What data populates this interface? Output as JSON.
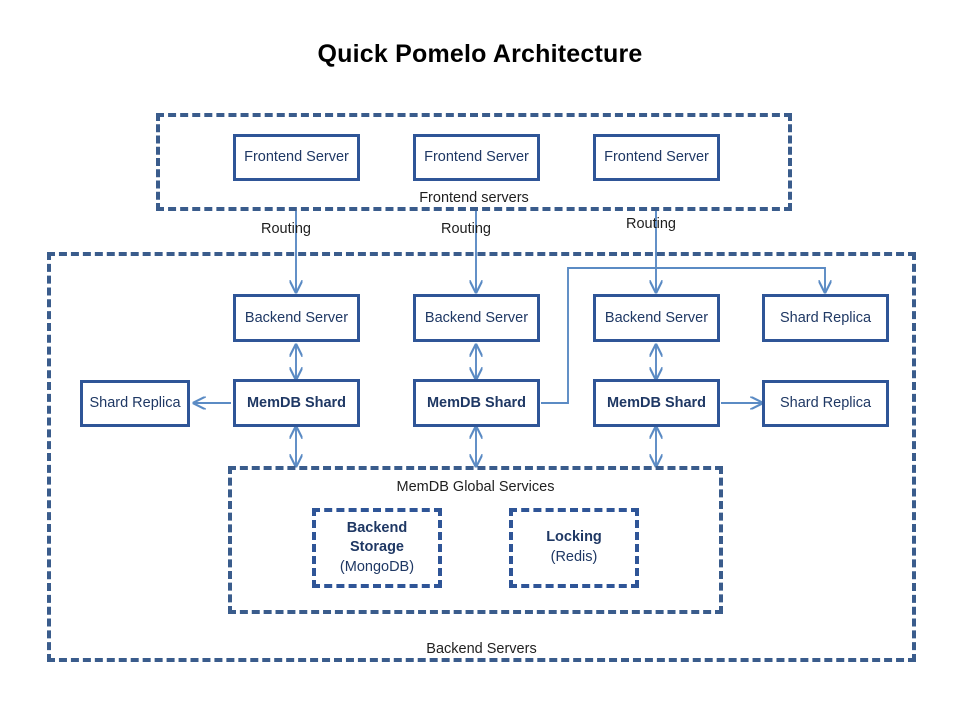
{
  "title": "Quick Pomelo Architecture",
  "colors": {
    "node_border": "#2F5597",
    "node_text": "#1F3864",
    "group_border": "#3A5C8C",
    "arrow": "#5B8BC4",
    "title_text": "#000000",
    "background": "#FFFFFF"
  },
  "frontend_group": {
    "label": "Frontend servers",
    "nodes": [
      {
        "label": "Frontend Server"
      },
      {
        "label": "Frontend Server"
      },
      {
        "label": "Frontend Server"
      }
    ]
  },
  "routing_labels": [
    {
      "label": "Routing"
    },
    {
      "label": "Routing"
    },
    {
      "label": "Routing"
    }
  ],
  "backend_group": {
    "label": "Backend Servers",
    "server_row": [
      {
        "label": "Backend Server"
      },
      {
        "label": "Backend Server"
      },
      {
        "label": "Backend Server"
      },
      {
        "label": "Shard Replica"
      }
    ],
    "shard_row": [
      {
        "label": "Shard Replica"
      },
      {
        "label": "MemDB Shard"
      },
      {
        "label": "MemDB Shard"
      },
      {
        "label": "MemDB Shard"
      },
      {
        "label": "Shard Replica"
      }
    ]
  },
  "global_services": {
    "label": "MemDB Global Services",
    "services": [
      {
        "name": "Backend\nStorage",
        "name_line1": "Backend",
        "name_line2": "Storage",
        "sub": "(MongoDB)"
      },
      {
        "name": "Locking",
        "name_line1": "Locking",
        "name_line2": "",
        "sub": "(Redis)"
      }
    ]
  }
}
